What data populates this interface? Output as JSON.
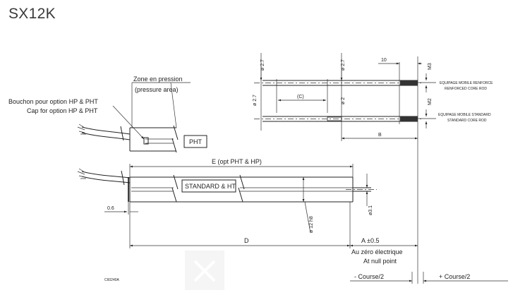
{
  "title": "SX12K",
  "labels": {
    "zone_fr": "Zone en pression",
    "zone_en": "(pressure area)",
    "bouchon_fr": "Bouchon pour option HP & PHT",
    "bouchon_en": "Cap for option HP & PHT",
    "pht": "PHT",
    "standard_ht": "STANDARD & HT",
    "e_dim": "E (opt PHT & HP)",
    "d_dim": "D",
    "a_dim": "A ±0.5",
    "null_fr": "Au zéro électrique",
    "null_en": "At null point",
    "course_minus": "- Course/2",
    "course_plus": "+ Course/2",
    "dim_06": "0.6",
    "dim_12h8": "ø 12 h8",
    "dim_31": "ø3.1",
    "ref": "C60240A"
  },
  "rod": {
    "dim_27_a": "ø 2.7",
    "dim_27_b": "ø 2.7",
    "dim_27_c": "ø 2.7",
    "dim_c": "(C)",
    "dim_2": "ø 2",
    "dim_10": "10",
    "dim_m3": "M3",
    "dim_m2": "M2",
    "dim_b": "B",
    "reinforced_fr": "EQUIPAGE MOBILE RENFORCE",
    "reinforced_en": "RENFORCED CORE ROD",
    "standard_fr": "EQUIPAGE MOBILE STANDARD",
    "standard_en": "STANDARD CORE ROD"
  }
}
